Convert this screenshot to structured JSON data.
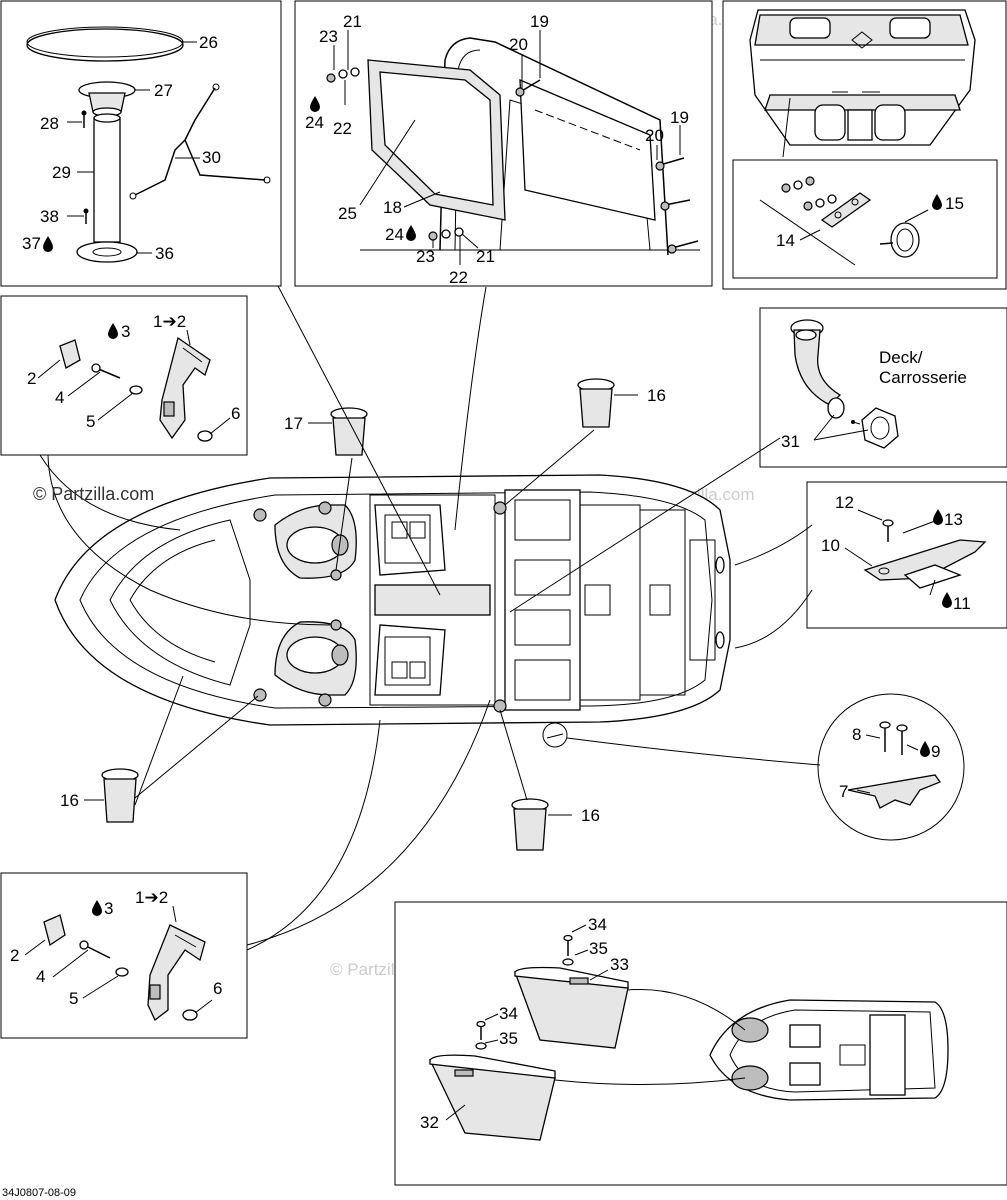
{
  "watermark": {
    "main": "© Partzilla.com",
    "repeat": "© Partzilla.com"
  },
  "diagram_code": "34J0807-08-09",
  "callouts": {
    "c1_26": "26",
    "c1_27": "27",
    "c1_28": "28",
    "c1_29": "29",
    "c1_30": "30",
    "c1_38": "38",
    "c1_37": "37",
    "c1_36": "36",
    "c2_21a": "21",
    "c2_23a": "23",
    "c2_19a": "19",
    "c2_20a": "20",
    "c2_24a": "24",
    "c2_22a": "22",
    "c2_20b": "20",
    "c2_19b": "19",
    "c2_25": "25",
    "c2_18": "18",
    "c2_24b": "24",
    "c2_23b": "23",
    "c2_21b": "21",
    "c2_22b": "22",
    "c3_15": "15",
    "c3_14": "14",
    "c4_3": "3",
    "c4_12": "1➔2",
    "c4_2": "2",
    "c4_4": "4",
    "c4_5": "5",
    "c4_6": "6",
    "c5_deck": "Deck/",
    "c5_carr": "Carrosserie",
    "c5_31": "31",
    "c6_12": "12",
    "c6_13": "13",
    "c6_10": "10",
    "c6_11": "11",
    "c7_8": "8",
    "c7_9": "9",
    "c7_7": "7",
    "c8_3": "3",
    "c8_12": "1➔2",
    "c8_2": "2",
    "c8_4": "4",
    "c8_5": "5",
    "c8_6": "6",
    "c9_34a": "34",
    "c9_35a": "35",
    "c9_33": "33",
    "c9_34b": "34",
    "c9_35b": "35",
    "c9_32": "32",
    "m_17": "17",
    "m_16a": "16",
    "m_16b": "16",
    "m_16c": "16"
  }
}
